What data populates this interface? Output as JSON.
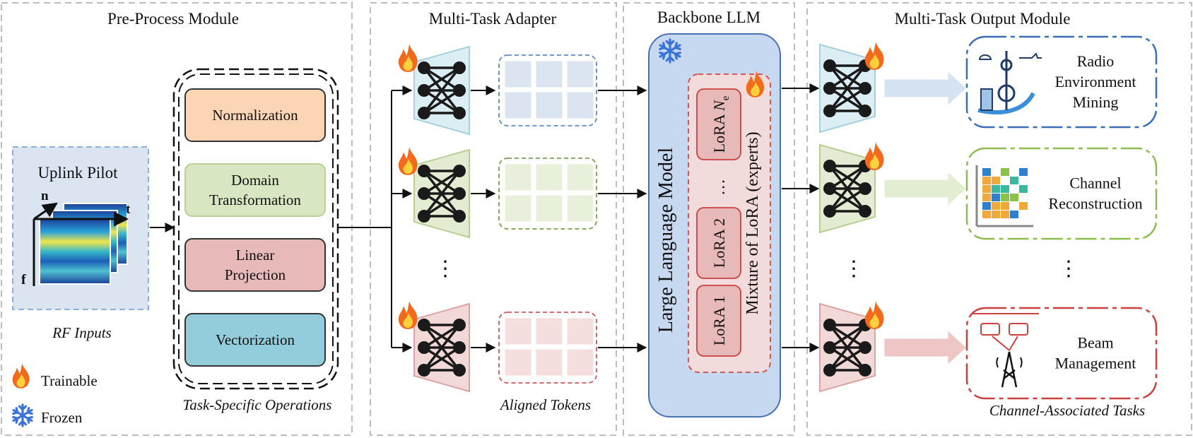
{
  "sections": {
    "preprocess": "Pre-Process Module",
    "adapter": "Multi-Task Adapter",
    "backbone": "Backbone LLM",
    "output": "Multi-Task Output Module"
  },
  "inputs": {
    "title": "Uplink Pilot",
    "axis_n": "n",
    "axis_t": "t",
    "axis_f": "f",
    "caption": "RF Inputs"
  },
  "operations": {
    "items": [
      {
        "label": [
          "Normalization"
        ],
        "fill": "#fcd5b4",
        "stroke": "#333333"
      },
      {
        "label": [
          "Domain",
          "Transformation"
        ],
        "fill": "#d9e6c2",
        "stroke": "#b9d098"
      },
      {
        "label": [
          "Linear",
          "Projection"
        ],
        "fill": "#e7b9b8",
        "stroke": "#333333"
      },
      {
        "label": [
          "Vectorization"
        ],
        "fill": "#93cddc",
        "stroke": "#333333"
      }
    ],
    "caption": "Task-Specific Operations"
  },
  "adapter": {
    "caption": "Aligned Tokens",
    "ellipsis": "⋮",
    "colors": [
      {
        "trap": "#daeef3",
        "trapStroke": "#a8cfdc",
        "grid": "#dbe5f2",
        "gridStroke": "#5b8ac4"
      },
      {
        "trap": "#e3ecd3",
        "trapStroke": "#b7cf93",
        "grid": "#e8f0dc",
        "gridStroke": "#7aa04a"
      },
      {
        "trap": "#f2d9d8",
        "trapStroke": "#dba5a3",
        "grid": "#f5dede",
        "gridStroke": "#cc5a5a"
      }
    ]
  },
  "backbone": {
    "llm_label": "Large Language Model",
    "moe_label": "Mixture of LoRA (experts)",
    "lora": [
      {
        "text": "LoRA ",
        "sub": "",
        "italic": "N",
        "subscript": "e"
      },
      {
        "text": "…",
        "italic": "",
        "subscript": ""
      },
      {
        "text": "LoRA 2",
        "italic": "",
        "subscript": ""
      },
      {
        "text": "LoRA 1",
        "italic": "",
        "subscript": ""
      }
    ],
    "fill": "#c6d9f1",
    "stroke": "#4a72b0"
  },
  "tasks": {
    "items": [
      {
        "label": [
          "Radio",
          "Environment",
          "Mining"
        ],
        "color": "#1f4e8c",
        "border": "#3a6fb8",
        "arrow": "#d6e3f3"
      },
      {
        "label": [
          "Channel",
          "Reconstruction"
        ],
        "color": "#6e9a3c",
        "border": "#8fbc4f",
        "arrow": "#e2edd2"
      },
      {
        "label": [
          "Beam",
          "Management"
        ],
        "color": "#cc4040",
        "border": "#cc4040",
        "arrow": "#efc6c6"
      }
    ],
    "caption": "Channel-Associated Tasks",
    "ellipsis": "⋮"
  },
  "legend": {
    "trainable": "Trainable",
    "frozen": "Frozen"
  }
}
